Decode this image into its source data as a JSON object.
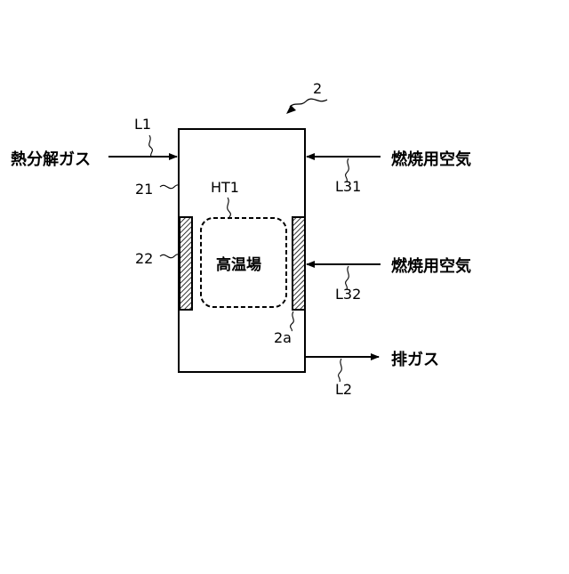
{
  "diagram": {
    "unit_number": "2",
    "inlet_pyrolysis_gas": {
      "text": "熱分解ガス",
      "line": "L1"
    },
    "reactor_wall": "21",
    "heating_element": "22",
    "high_temp_zone": {
      "code": "HT1",
      "text": "高温場"
    },
    "element_side": "2a",
    "combustion_air_upper": {
      "text": "燃焼用空気",
      "line": "L31"
    },
    "combustion_air_lower": {
      "text": "燃焼用空気",
      "line": "L32"
    },
    "exhaust": {
      "text": "排ガス",
      "line": "L2"
    }
  }
}
